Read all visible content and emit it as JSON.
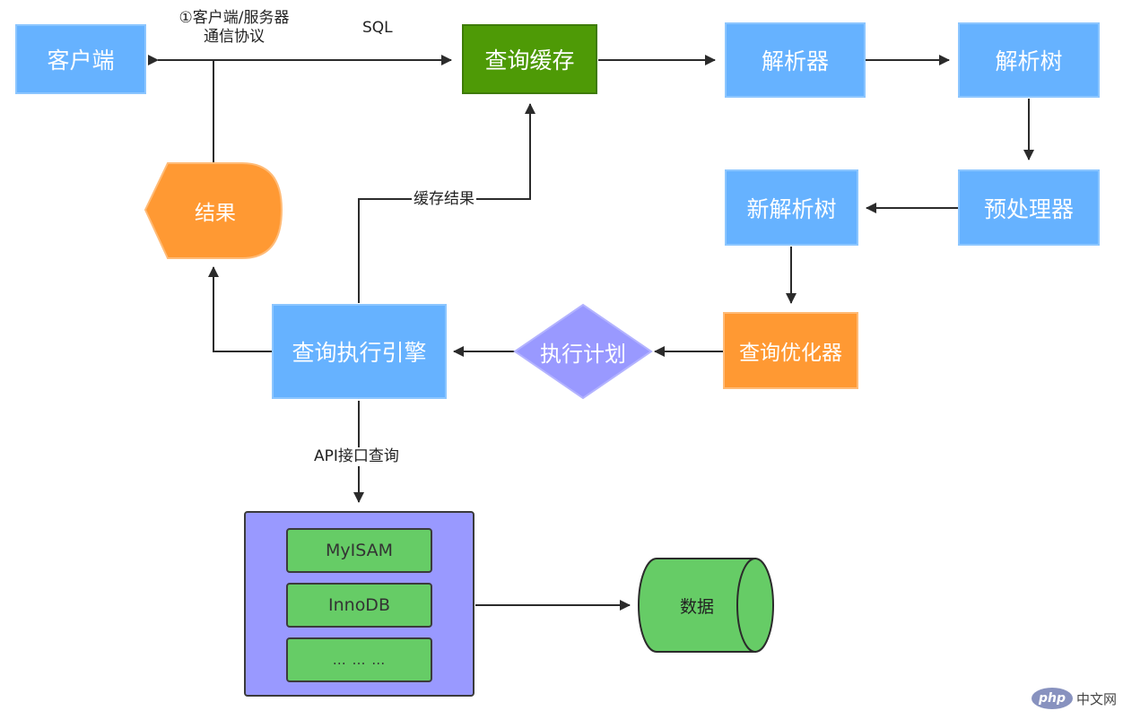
{
  "nodes": {
    "client": "客户端",
    "query_cache": "查询缓存",
    "parser": "解析器",
    "parse_tree": "解析树",
    "preprocessor": "预处理器",
    "new_parse_tree": "新解析树",
    "optimizer": "查询优化器",
    "execution_plan": "执行计划",
    "execution_engine": "查询执行引擎",
    "result": "结果",
    "data": "数据"
  },
  "engines": [
    "MyISAM",
    "InnoDB",
    "…   …   …"
  ],
  "edge_labels": {
    "protocol_line1": "①客户端/服务器",
    "protocol_line2": "通信协议",
    "sql": "SQL",
    "cached_result": "缓存结果",
    "api_query": "API接口查询"
  },
  "watermark": {
    "logo": "php",
    "text": "中文网"
  },
  "colors": {
    "blue_box": "#66b2ff",
    "cache_green": "#4e9a06",
    "orange": "#ff9933",
    "diamond_purple": "#9999ff",
    "engine_green": "#66cc66",
    "storage_purple": "#9999ff"
  }
}
